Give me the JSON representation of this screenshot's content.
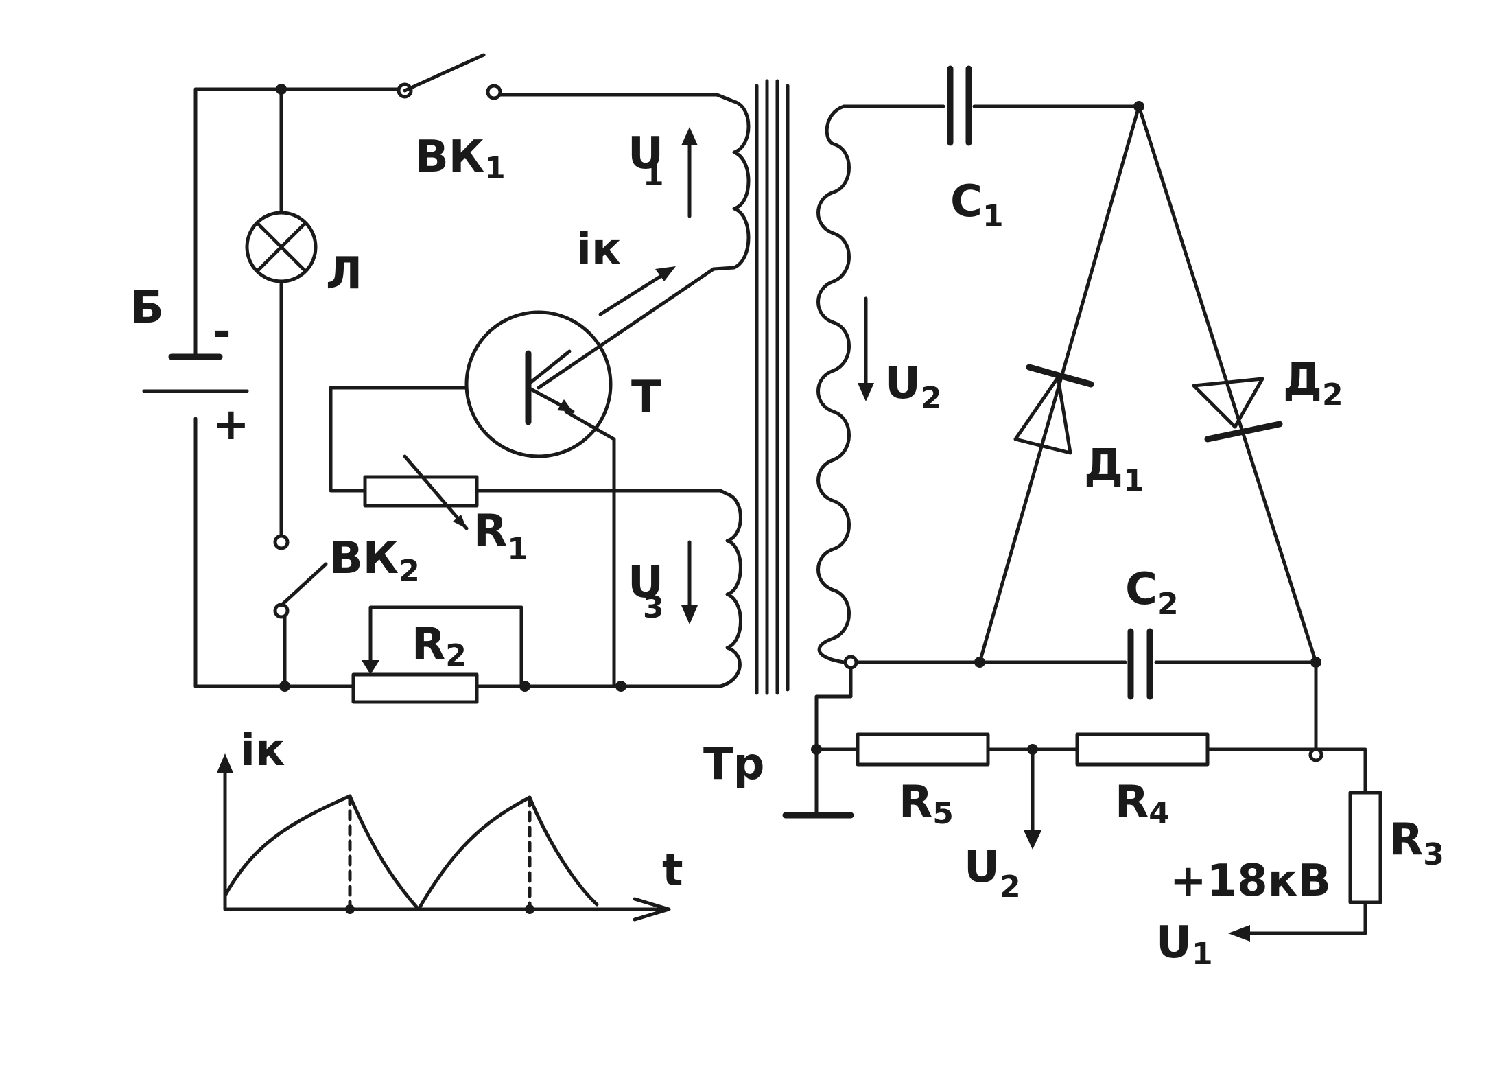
{
  "labels": {
    "battery": "Б",
    "minus": "-",
    "plus": "+",
    "lamp": "Л",
    "switch1": "ВК",
    "switch1_sub": "1",
    "switch2": "ВК",
    "switch2_sub": "2",
    "u1_primary": "U",
    "u1_primary_sub": "1",
    "ik_collector": "iк",
    "transistor": "Т",
    "r1": "R",
    "r1_sub": "1",
    "r2": "R",
    "r2_sub": "2",
    "u3": "U",
    "u3_sub": "3",
    "transformer": "Тр",
    "u2_secondary": "U",
    "u2_secondary_sub": "2",
    "c1": "C",
    "c1_sub": "1",
    "c2": "C",
    "c2_sub": "2",
    "d1": "Д",
    "d1_sub": "1",
    "d2": "Д",
    "d2_sub": "2",
    "r3": "R",
    "r3_sub": "3",
    "r4": "R",
    "r4_sub": "4",
    "r5": "R",
    "r5_sub": "5",
    "u2_output": "U",
    "u2_output_sub": "2",
    "hv": "+18кВ",
    "u1_output": "U",
    "u1_output_sub": "1",
    "graph_ik": "iк",
    "graph_t": "t"
  },
  "colors": {
    "ink": "#1a1a1a",
    "paper": "#ffffff"
  }
}
